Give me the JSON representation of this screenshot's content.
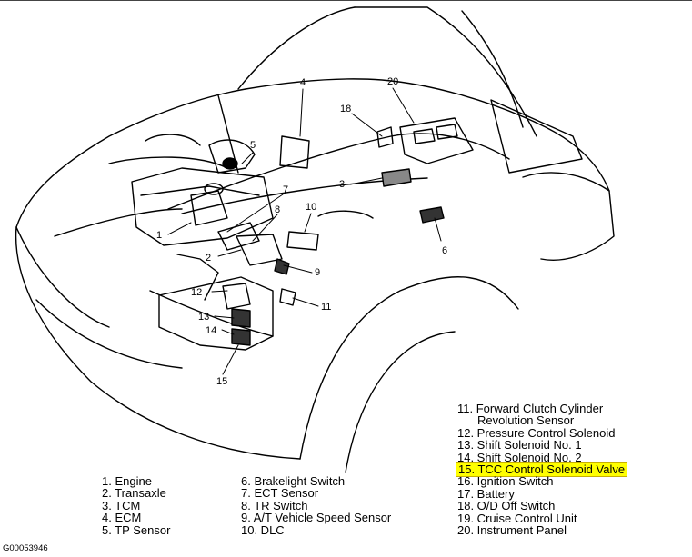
{
  "callouts": [
    "1",
    "2",
    "3",
    "4",
    "5",
    "6",
    "7",
    "8",
    "9",
    "10",
    "11",
    "12",
    "13",
    "14",
    "15",
    "18",
    "20"
  ],
  "legend": {
    "col1": [
      "1. Engine",
      "2. Transaxle",
      "3. TCM",
      "4. ECM",
      "5. TP Sensor"
    ],
    "col2": [
      "6. Brakelight Switch",
      "7. ECT Sensor",
      "8. TR Switch",
      "9. A/T Vehicle Speed Sensor",
      "10. DLC"
    ],
    "col3": [
      "11. Forward Clutch Cylinder",
      "Revolution Sensor",
      "12. Pressure Control Solenoid",
      "13. Shift Solenoid No. 1",
      "14. Shift Solenoid No. 2",
      "15. TCC Control Solenoid Valve",
      "16. Ignition Switch",
      "17. Battery",
      "18. O/D Off Switch",
      "19. Cruise Control Unit",
      "20. Instrument Panel"
    ]
  },
  "highlight_color": "#ffff00",
  "figure_id": "G00053946"
}
